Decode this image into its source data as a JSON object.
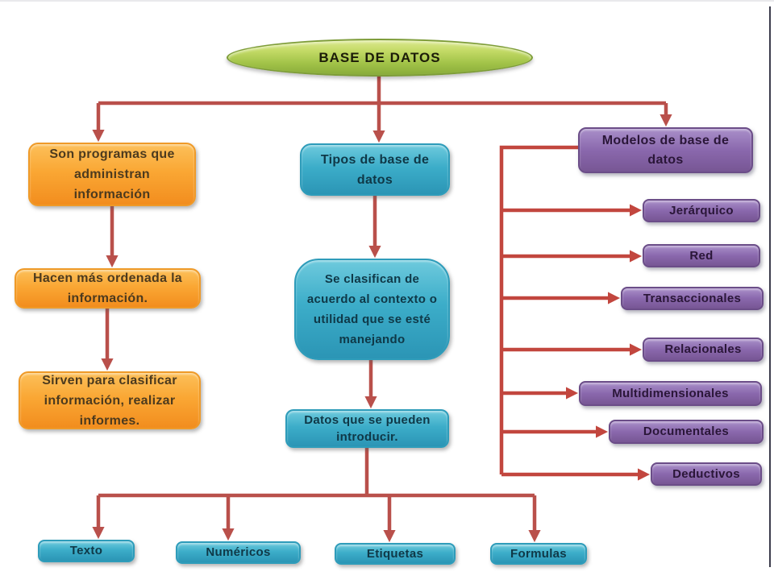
{
  "nodes": {
    "root": "BASE DE DATOS",
    "left": [
      "Son programas que administran información",
      "Hacen más ordenada la información.",
      "Sirven para clasificar información, realizar informes."
    ],
    "center": [
      "Tipos de base de datos",
      "Se clasifican de acuerdo al contexto o utilidad que se esté manejando",
      "Datos que se pueden introducir."
    ],
    "leaves": [
      "Texto",
      "Numéricos",
      "Etiquetas",
      "Formulas"
    ],
    "right_root": "Modelos de base de datos",
    "right_items": [
      "Jerárquico",
      "Red",
      "Transaccionales",
      "Relacionales",
      "Multidimensionales",
      "Documentales",
      "Deductivos"
    ]
  },
  "colors": {
    "arrow": "#b9504b",
    "arrow_branch": "#c2463e",
    "green_fill": "#a9c84e",
    "green_border": "#7d9c38",
    "orange_fill": "#f9a12e",
    "orange_border": "#ef9a28",
    "teal_fill": "#3aadc9",
    "teal_border": "#2e9cba",
    "purple_fill": "#8a68ad",
    "purple_border": "#6b4d88",
    "frame_line": "#3d3d4d"
  }
}
